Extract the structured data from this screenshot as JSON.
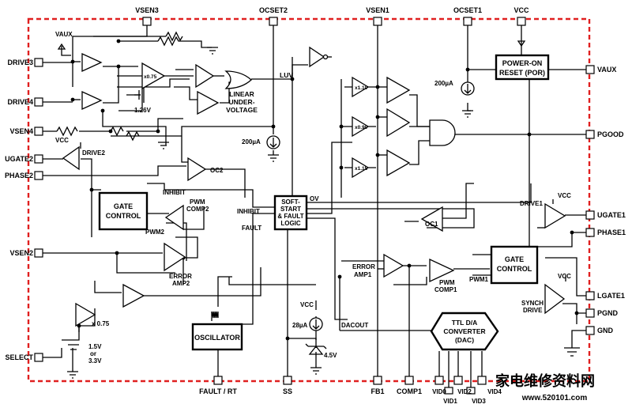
{
  "pins": {
    "top": {
      "vsen3": "VSEN3",
      "ocset2": "OCSET2",
      "vsen1": "VSEN1",
      "ocset1": "OCSET1",
      "vcc": "VCC"
    },
    "left": {
      "drive3": "DRIVE3",
      "drive4": "DRIVE4",
      "vsen4": "VSEN4",
      "ugate2": "UGATE2",
      "phase2": "PHASE2",
      "vsen2": "VSEN2",
      "select": "SELECT"
    },
    "right": {
      "vaux": "VAUX",
      "pgood": "PGOOD",
      "ugate1": "UGATE1",
      "phase1": "PHASE1",
      "lgate1": "LGATE1",
      "pgnd": "PGND",
      "gnd": "GND"
    },
    "bottom": {
      "fault_rt": "FAULT / RT",
      "ss": "SS",
      "fb1": "FB1",
      "comp1": "COMP1",
      "vid0": "VID0",
      "vid1": "VID1",
      "vid2": "VID2",
      "vid3": "VID3",
      "vid4": "VID4"
    }
  },
  "blocks": {
    "por_line1": "POWER-ON",
    "por_line2": "RESET (POR)",
    "gate_control2_line1": "GATE",
    "gate_control2_line2": "CONTROL",
    "gate_control1_line1": "GATE",
    "gate_control1_line2": "CONTROL",
    "soft_start_line1": "SOFT-",
    "soft_start_line2": "START",
    "soft_start_line3": "& FAULT",
    "soft_start_line4": "LOGIC",
    "oscillator": "OSCILLATOR",
    "dac_line1": "TTL D/A",
    "dac_line2": "CONVERTER",
    "dac_line3": "(DAC)"
  },
  "labels": {
    "vaux": "VAUX",
    "ref_075": "x0.75",
    "ref_126v": "1.26V",
    "linear_uv_line1": "LINEAR",
    "linear_uv_line2": "UNDER-",
    "linear_uv_line3": "VOLTAGE",
    "luv": "LUV",
    "current_200ua_left": "200µA",
    "current_200ua_right": "200µA",
    "vcc_drive2": "VCC",
    "drive2": "DRIVE2",
    "oc2": "OC2",
    "inhibit": "INHIBIT",
    "inhibit_ss": "INHIBIT",
    "fault": "FAULT",
    "ov": "OV",
    "pwm_comp2_line1": "PWM",
    "pwm_comp2_line2": "COMP2",
    "pwm2": "PWM2",
    "error_amp2_line1": "ERROR",
    "error_amp2_line2": "AMP2",
    "x110": "x1.10",
    "x090": "x0.90",
    "x115": "x1.15",
    "oc1": "OC1",
    "vcc_drive1": "VCC",
    "drive1": "DRIVE1",
    "error_amp1_line1": "ERROR",
    "error_amp1_line2": "AMP1",
    "pwm_comp1_line1": "PWM",
    "pwm_comp1_line2": "COMP1",
    "pwm1": "PWM1",
    "vcc_synch": "VCC",
    "synch_drive_line1": "SYNCH",
    "synch_drive_line2": "DRIVE",
    "x075_buf": "x 0.75",
    "select_v1": "1.5V",
    "select_v2": "or",
    "select_v3": "3.3V",
    "vcc_ss": "VCC",
    "current_28ua": "28µA",
    "zener_45v": "4.5V",
    "dacout": "DACOUT"
  },
  "watermark": {
    "name": "家电维修资料网",
    "url": "www.520101.com"
  },
  "colors": {
    "border": "#e02020",
    "watermark": "#7a9cd6",
    "ink": "#000000"
  }
}
